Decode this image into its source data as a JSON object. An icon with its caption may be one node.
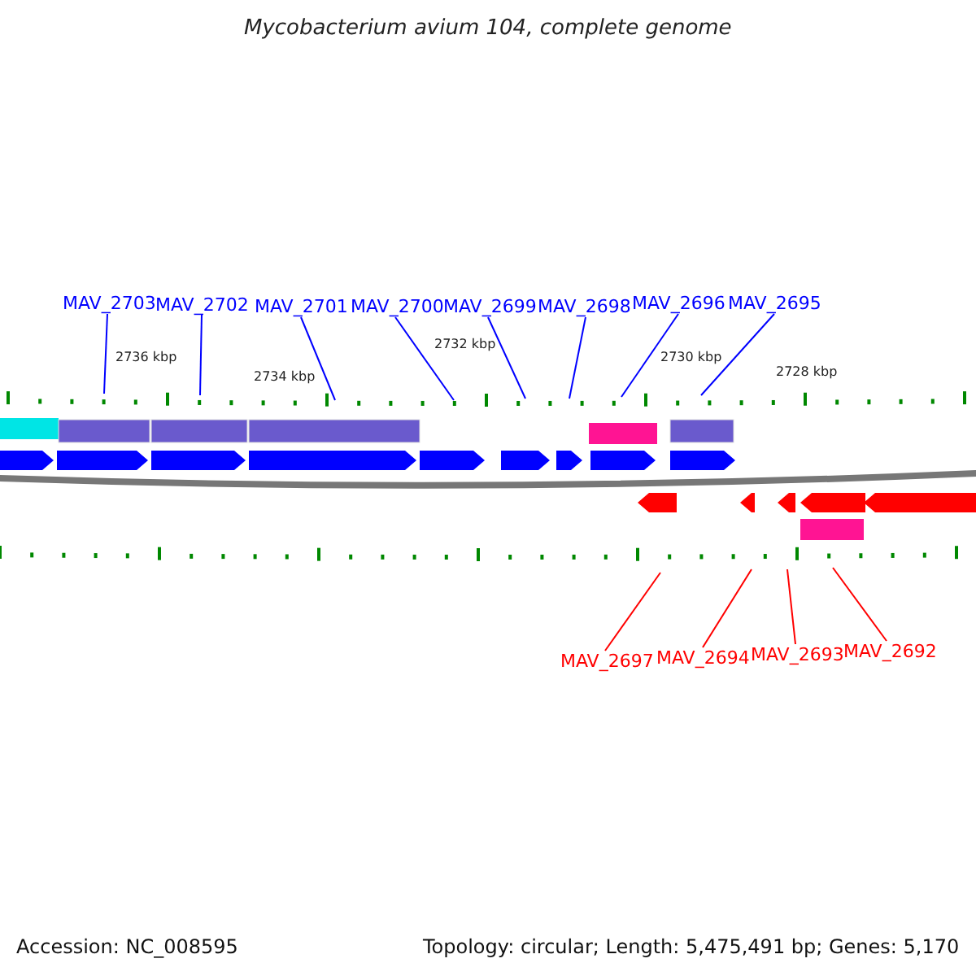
{
  "diagram": {
    "title": "Mycobacterium avium 104, complete genome",
    "nodes": [
      {
        "text": [
          "MAV_2703"
        ]
      },
      {
        "text": [
          "MAV_2702"
        ]
      },
      {
        "text": [
          "MAV_2701"
        ]
      },
      {
        "text": [
          "MAV_2700"
        ]
      },
      {
        "text": [
          "MAV_2699"
        ]
      },
      {
        "text": [
          "MAV_2698"
        ]
      },
      {
        "text": [
          "MAV_2696"
        ]
      },
      {
        "text": [
          "MAV_2695"
        ]
      },
      {
        "text": [
          "MAV_2697"
        ]
      },
      {
        "text": [
          "MAV_2694"
        ]
      },
      {
        "text": [
          "MAV_2693"
        ]
      },
      {
        "text": [
          "MAV_2692"
        ]
      }
    ],
    "edges": [
      {
        "from": 0,
        "to": null,
        "arrow": "none"
      },
      {
        "from": 1,
        "to": null,
        "arrow": "none"
      },
      {
        "from": 2,
        "to": null,
        "arrow": "none"
      },
      {
        "from": 3,
        "to": null,
        "arrow": "none"
      },
      {
        "from": 4,
        "to": null,
        "arrow": "none"
      },
      {
        "from": 5,
        "to": null,
        "arrow": "none"
      },
      {
        "from": 6,
        "to": null,
        "arrow": "none"
      },
      {
        "from": 7,
        "to": null,
        "arrow": "none"
      },
      {
        "from": 8,
        "to": null,
        "arrow": "none",
        "color": "#ff0000"
      },
      {
        "from": 9,
        "to": null,
        "arrow": "none",
        "color": "#ff0000"
      },
      {
        "from": 10,
        "to": null,
        "arrow": "none",
        "color": "#ff0000"
      },
      {
        "from": 11,
        "to": null,
        "arrow": "none",
        "color": "#ff0000"
      }
    ],
    "labels": [
      "2736 kbp",
      "2734 kbp",
      "2732 kbp",
      "2730 kbp",
      "2728 kbp",
      "Accession: NC_008595",
      "Topology: circular; Length: 5,475,491 bp; Genes: 5,170"
    ]
  }
}
